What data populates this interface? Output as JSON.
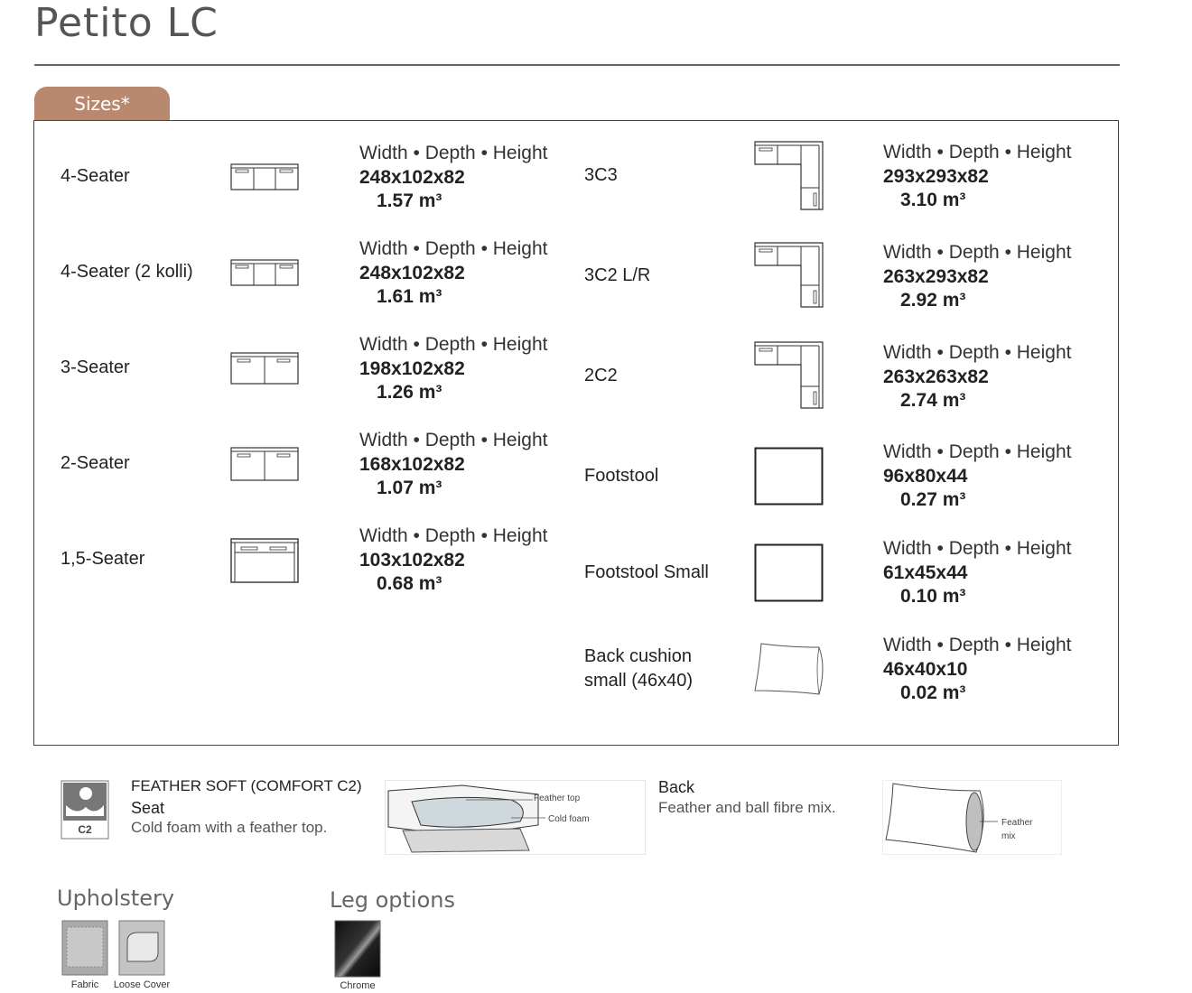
{
  "title": "Petito LC",
  "tab_label": "Sizes*",
  "dims_label": "Width • Depth • Height",
  "left_items": [
    {
      "name": "4-Seater",
      "dims": "248x102x82",
      "vol": "1.57 m³"
    },
    {
      "name": "4-Seater (2 kolli)",
      "dims": "248x102x82",
      "vol": "1.61 m³"
    },
    {
      "name": "3-Seater",
      "dims": "198x102x82",
      "vol": "1.26 m³"
    },
    {
      "name": "2-Seater",
      "dims": "168x102x82",
      "vol": "1.07 m³"
    },
    {
      "name": "1,5-Seater",
      "dims": "103x102x82",
      "vol": "0.68 m³"
    }
  ],
  "right_items": [
    {
      "name": "3C3",
      "dims": "293x293x82",
      "vol": "3.10 m³"
    },
    {
      "name": "3C2 L/R",
      "dims": "263x293x82",
      "vol": "2.92 m³"
    },
    {
      "name": "2C2",
      "dims": "263x263x82",
      "vol": "2.74 m³"
    },
    {
      "name": "Footstool",
      "dims": "96x80x44",
      "vol": "0.27 m³"
    },
    {
      "name": "Footstool Small",
      "dims": "61x45x44",
      "vol": "0.10 m³"
    },
    {
      "name_line1": "Back cushion",
      "name_line2": "small (46x40)",
      "dims": "46x40x10",
      "vol": "0.02 m³"
    }
  ],
  "comfort": {
    "badge": "C2",
    "heading": "FEATHER SOFT (COMFORT C2)",
    "seat_title": "Seat",
    "seat_desc": "Cold foam with a feather top.",
    "seat_label_top": "Feather top",
    "seat_label_foam": "Cold foam",
    "back_title": "Back",
    "back_desc": "Feather and ball fibre mix.",
    "back_label_1": "Feather",
    "back_label_2": "mix"
  },
  "upholstery": {
    "title": "Upholstery",
    "options": [
      "Fabric",
      "Loose Cover"
    ]
  },
  "legs": {
    "title": "Leg options",
    "options": [
      "Chrome"
    ]
  }
}
